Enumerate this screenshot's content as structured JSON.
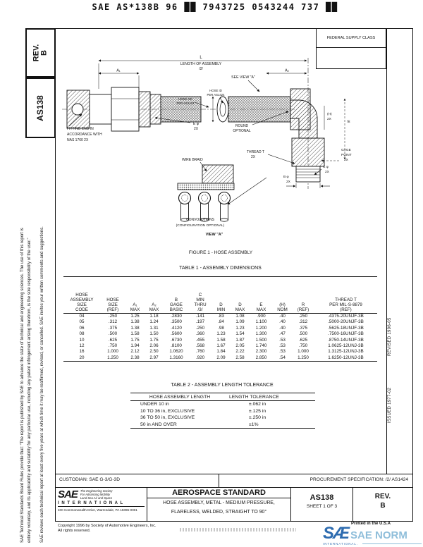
{
  "header": {
    "code_line": "SAE AS*138B 96 ██ 7943725 0543244 737 ██"
  },
  "sidebar": {
    "rev_label": "REV.",
    "rev_value": "B",
    "doc_number": "AS138",
    "disclaimer_line1": "SAE Technical Standards Board Rules provide that: “The report is published by SAE to advance the state of technical and engineering sciences. The use of this report is",
    "disclaimer_line2": "entirely voluntary, and its applicability and suitability for any particular use, including any patent infringement arising therefrom, is the sole responsibility of the user.”",
    "disclaimer_line3": "SAE reviews each technical report at least every five years at which time it may be reaffirmed, revised, or cancelled. SAE invites your written comments and suggestions."
  },
  "frame": {
    "federal_supply_class": "FEDERAL SUPPLY CLASS",
    "issued": "ISSUED 1977-02",
    "revised": "REVISED 1996-05"
  },
  "figure": {
    "caption": "FIGURE 1 - HOSE ASSEMBLY",
    "labels": {
      "l": "L",
      "length_of_assembly": "LENGTH OF ASSEMBLY",
      "length_note": "/2/",
      "a1": "A₁",
      "a2": "A₂",
      "see_view_a": "SEE VIEW \"A\"",
      "hose_od_l1": "HOSE OD",
      "hose_od_l2": "PER AS1424",
      "hose_id_l1": "HOSE ID",
      "hose_id_l2": "PER AS1424",
      "round_l1": "ROUND",
      "round_l2": "OPTIONAL",
      "fitting_l1": "FITTING END IN",
      "fitting_l2": "ACCORDANCE WITH",
      "fitting_l3": "NAS 1760 2X",
      "e_dia_l1": "E φ",
      "e_dia_l2": "2X",
      "wire_braid": "WIRE BRAID",
      "thread_l1": "THREAD T",
      "thread_l2": "2X",
      "h_l1": "(H)",
      "h_l2": "2X",
      "e_dim": "E",
      "gage_l1": "GAGE",
      "gage_l2": "POINT",
      "gage_l3": "2X",
      "c_dia_l1": "C φ",
      "c_dia_l2": "2X",
      "b_dia_l1": "B φ",
      "b_dia_l2": "2X",
      "convolutions_l1": "CONVOLUTIONS",
      "convolutions_l2": "(CONFIGURATION OPTIONAL)",
      "view_a": "VIEW \"A\""
    }
  },
  "table1": {
    "title": "TABLE 1 - ASSEMBLY DIMENSIONS",
    "columns": [
      [
        "HOSE",
        "ASSEMBLY",
        "SIZE",
        "CODE"
      ],
      [
        "HOSE",
        "SIZE",
        "(REF)"
      ],
      [
        "A₁",
        "MAX"
      ],
      [
        "A₂",
        "MAX"
      ],
      [
        "B",
        "GAGE",
        "BASIC"
      ],
      [
        "C",
        "MIN",
        "THRU",
        "/3/"
      ],
      [
        "D",
        "MIN"
      ],
      [
        "D",
        "MAX"
      ],
      [
        "E",
        "MAX"
      ],
      [
        "(H)",
        "NOM"
      ],
      [
        "R",
        "(REF)"
      ],
      [
        "THREAD T",
        "PER MIL-S-8879",
        "(REF)"
      ]
    ],
    "rows": [
      [
        "04",
        ".250",
        "1.25",
        "1.18",
        ".2830",
        ".141",
        ".83",
        "1.08",
        ".900",
        ".40",
        ".250",
        ".4375-20UNJF-3B"
      ],
      [
        "05",
        ".312",
        "1.38",
        "1.24",
        ".3500",
        ".197",
        ".84",
        "1.09",
        "1.100",
        ".40",
        ".312",
        ".5000-20UNJF-3B"
      ],
      [
        "06",
        ".375",
        "1.38",
        "1.31",
        ".4120",
        ".250",
        ".98",
        "1.23",
        "1.200",
        ".40",
        ".375",
        ".5625-18UNJF-3B"
      ],
      [
        "08",
        ".500",
        "1.58",
        "1.50",
        ".5600",
        ".360",
        "1.23",
        "1.54",
        "1.300",
        ".47",
        ".500",
        ".7500-16UNJF-3B"
      ],
      [
        "10",
        ".625",
        "1.75",
        "1.75",
        ".6730",
        ".455",
        "1.58",
        "1.87",
        "1.500",
        ".53",
        ".625",
        ".8750-14UNJF-3B"
      ],
      [
        "12",
        ".750",
        "1.94",
        "2.06",
        ".8100",
        ".568",
        "1.67",
        "2.05",
        "1.740",
        ".53",
        ".750",
        "1.0625-12UNJ-3B"
      ],
      [
        "16",
        "1.000",
        "2.12",
        "2.50",
        "1.0620",
        ".760",
        "1.84",
        "2.22",
        "2.300",
        ".53",
        "1.000",
        "1.3125-12UNJ-3B"
      ],
      [
        "20",
        "1.250",
        "2.38",
        "2.97",
        "1.3160",
        ".920",
        "2.09",
        "2.58",
        "2.850",
        ".54",
        "1.250",
        "1.6250-12UNJ-3B"
      ]
    ]
  },
  "table2": {
    "title": "TABLE 2 - ASSEMBLY LENGTH TOLERANCE",
    "headers": [
      "HOSE ASSEMBLY LENGTH",
      "LENGTH TOLERANCE"
    ],
    "rows": [
      [
        "UNDER 10 in",
        "±.062 in"
      ],
      [
        "10 TO 36 in, EXCLUSIVE",
        "±.125 in"
      ],
      [
        "36 TO 50 in, EXCLUSIVE",
        "±.250 in"
      ],
      [
        "50 in AND OVER",
        "±1%"
      ]
    ]
  },
  "custodian_bar": {
    "custodian": "CUSTODIAN:  SAE G-3/G-3D",
    "procurement": "PROCUREMENT SPECIFICATION:  /2/  AS1424"
  },
  "title_block": {
    "logo": {
      "sae": "SAE",
      "tagline_l1": "The Engineering Society",
      "tagline_l2": "For Advancing Mobility",
      "tagline_l3": "Land Sea Air and Space",
      "international": "I N T E R N A T I O N A L",
      "address": "400 Commonwealth Drive, Warrendale, PA 15096-0001"
    },
    "kind": "AEROSPACE STANDARD",
    "title_line1": "HOSE ASSEMBLY, METAL - MEDIUM PRESSURE,",
    "title_line2": "FLARELESS, WELDED, STRAIGHT TO 90°",
    "doc_number": "AS138",
    "sheet": "SHEET 1 OF 3",
    "rev_label": "REV.",
    "rev_value": "B"
  },
  "footer": {
    "copyright_line1": "Copyright 1996 by Society of Automotive Engineers, Inc.",
    "copyright_line2": "All rights reserved.",
    "printed": "Printed in the U.S.A",
    "norm_logo": {
      "sae": "SÆ",
      "name": "SAE NORM",
      "sub_left": "INTERNATIONAL."
    }
  },
  "colors": {
    "norm_sae_blue": "#2e6cb0",
    "norm_light_blue": "#8fbeda"
  }
}
